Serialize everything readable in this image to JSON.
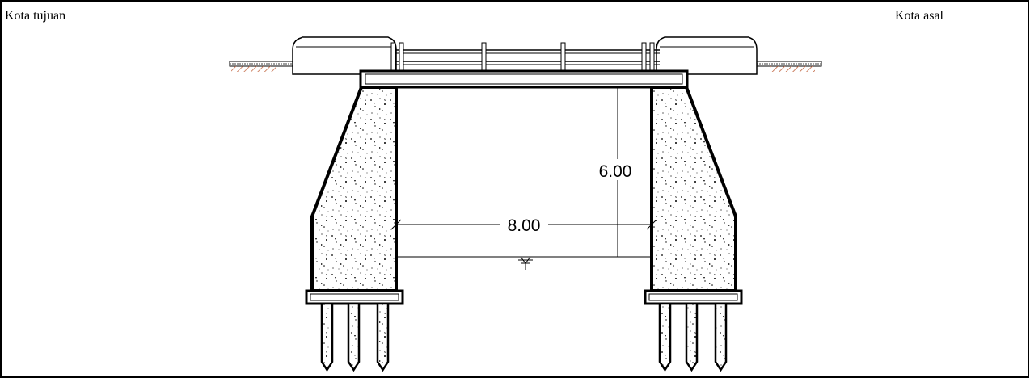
{
  "labels": {
    "left": "Kota tujuan",
    "right": "Kota asal"
  },
  "dimensions": {
    "height": "6.00",
    "span": "8.00"
  },
  "colors": {
    "line": "#000000",
    "ground_hatch": "#c0603a",
    "background": "#ffffff"
  }
}
